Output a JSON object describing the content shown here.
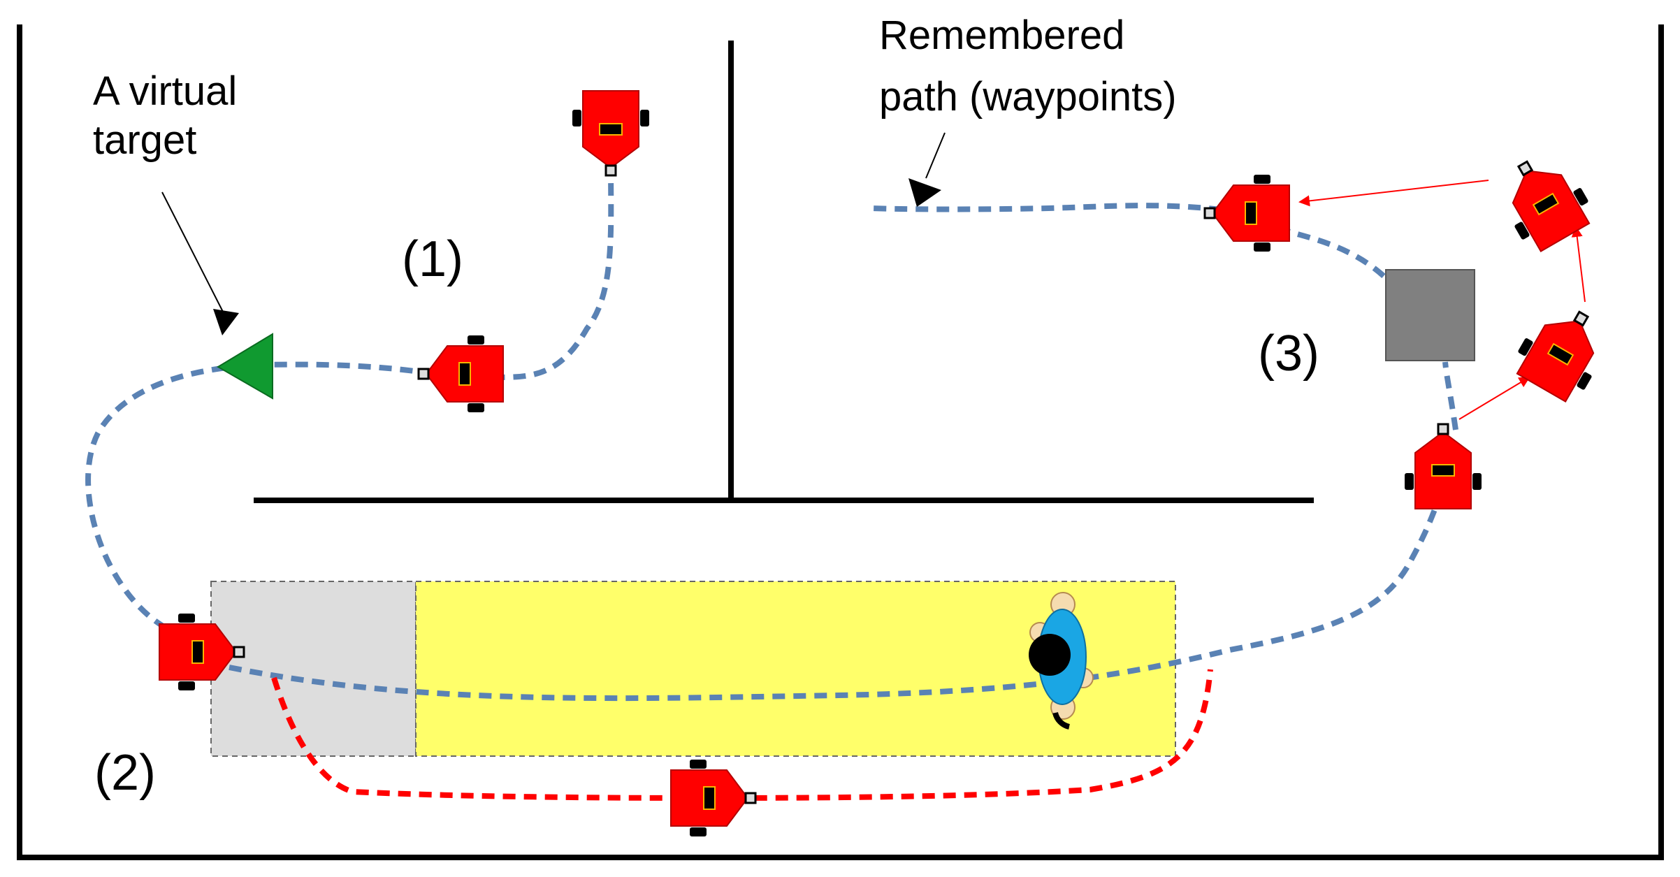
{
  "labels": {
    "virtual_target": [
      "A virtual",
      "target"
    ],
    "remembered_path": [
      "Remembered",
      "path (waypoints)"
    ],
    "scenario_1": "(1)",
    "scenario_2": "(2)",
    "scenario_3": "(3)"
  },
  "colors": {
    "robot": "#ff0000",
    "path_remembered": "#5a82b4",
    "path_detour": "#ff0000",
    "target": "#109a30",
    "person_zone": "#ffff6a",
    "safety_zone": "#dddddd",
    "obstacle": "#808080",
    "person_body": "#1aa6e4"
  },
  "icons": {
    "robot": "robot-icon",
    "person": "person-icon",
    "target": "virtual-target-icon",
    "obstacle": "obstacle-box"
  }
}
